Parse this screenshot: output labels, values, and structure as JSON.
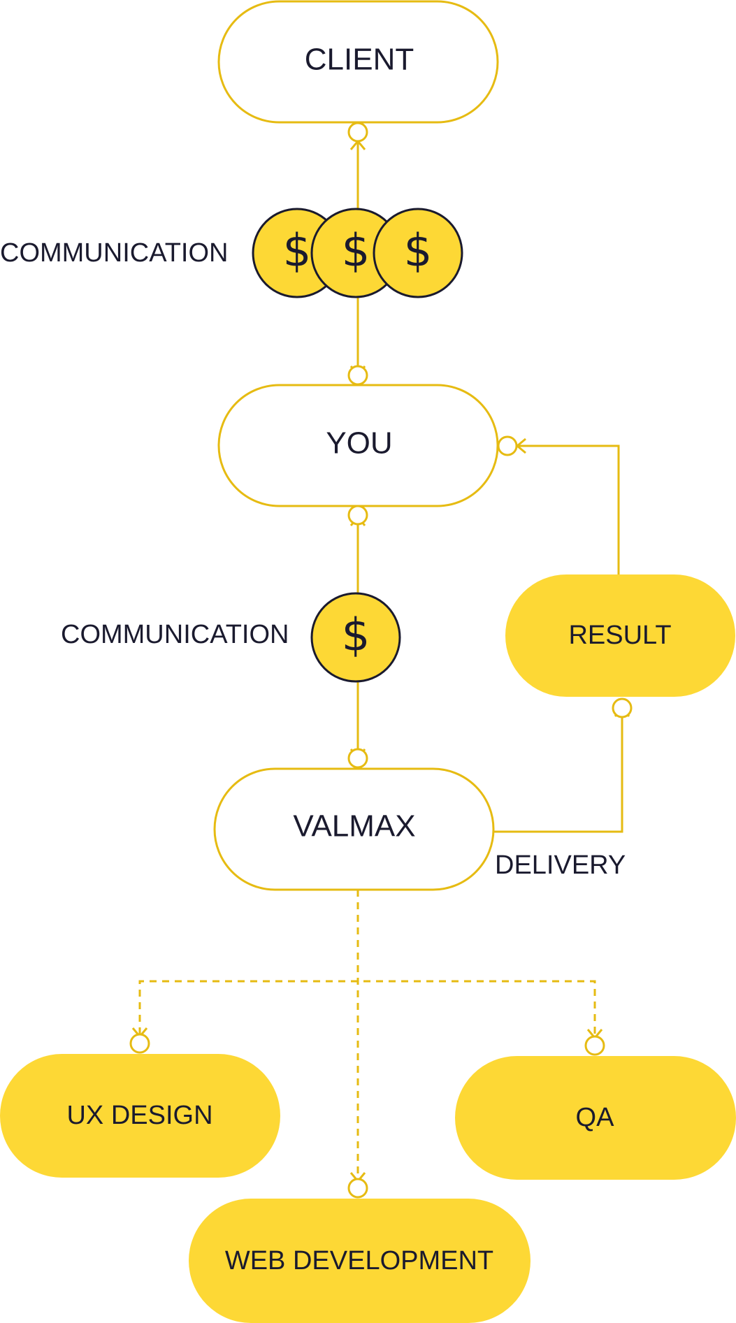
{
  "nodes": {
    "client": "CLIENT",
    "you": "YOU",
    "valmax": "VALMAX",
    "result": "RESULT",
    "ux_design": "UX DESIGN",
    "qa": "QA",
    "web_development": "WEB DEVELOPMENT"
  },
  "labels": {
    "communication_top": "COMMUNICATION",
    "communication_middle": "COMMUNICATION",
    "delivery": "DELIVERY"
  },
  "coins": {
    "symbol": "$",
    "top_count": 3,
    "middle_count": 1
  },
  "colors": {
    "accent": "#fdd835",
    "line": "#e6bb12",
    "text": "#1a1a2e"
  }
}
